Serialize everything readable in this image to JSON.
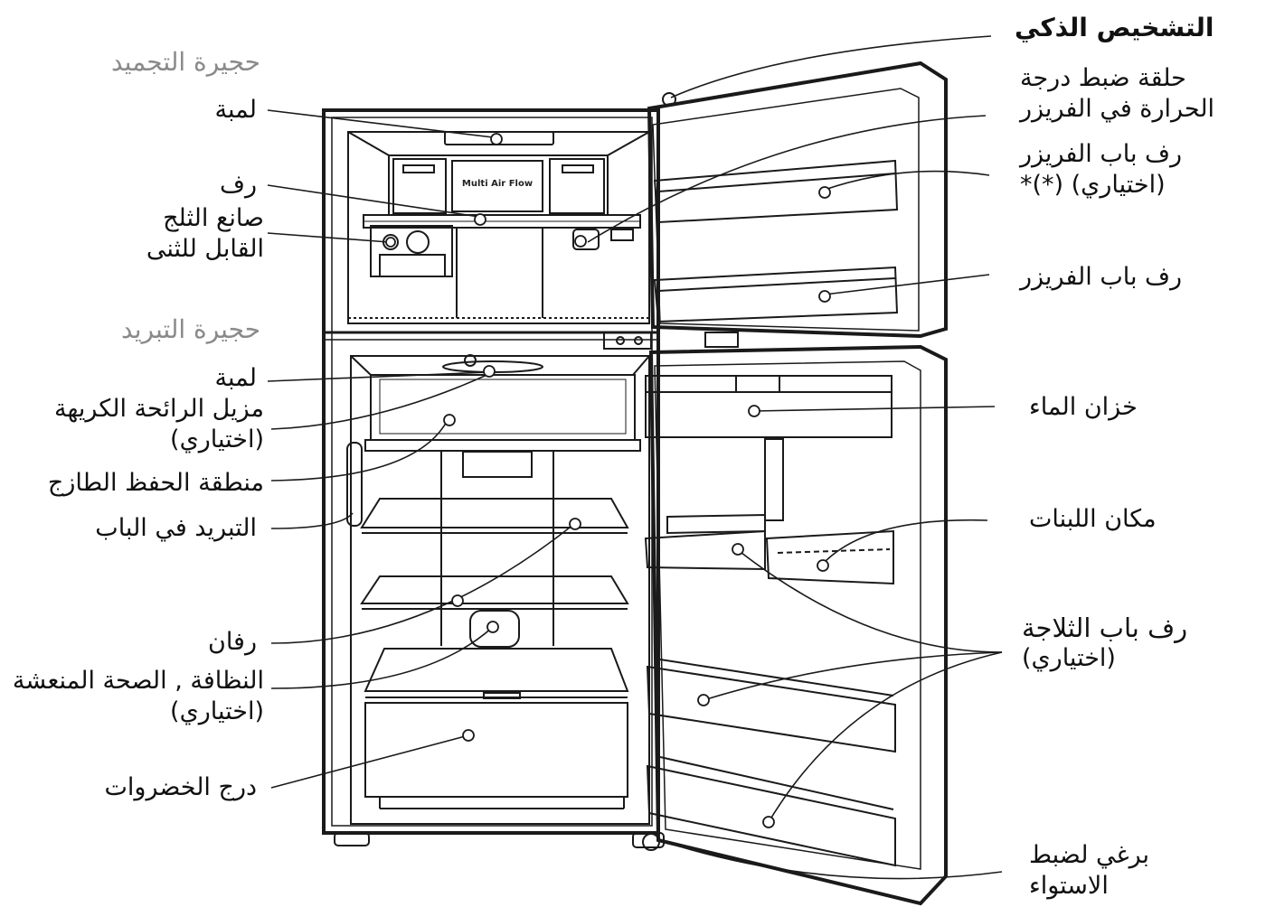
{
  "diagram": {
    "left_labels": {
      "freezer_compartment": "حجيرة التجميد",
      "freezer_lamp": "لمبة",
      "freezer_shelf": "رف",
      "ice_maker": [
        "صانع الثلج",
        "القابل للثنى"
      ],
      "fridge_compartment": "حجيرة التبريد",
      "fridge_lamp": "لمبة",
      "deodorizer": [
        "مزيل الرائحة الكريهة",
        "(اختياري)"
      ],
      "fresh_zone": "منطقة الحفظ الطازج",
      "door_cooling": "التبريد في الباب",
      "shelves": "رفان",
      "hygiene_fresh": [
        "النظافة , الصحة المنعشة",
        "(اختياري)"
      ],
      "vegetable_drawer": "درج الخضروات"
    },
    "right_labels": {
      "smart_diagnosis": "التشخيص الذكي",
      "freezer_temp_dial": [
        "حلقة ضبط درجة",
        "الحرارة في الفريزر"
      ],
      "freezer_door_shelf_optional": [
        "رف باب الفريزر",
        "(اختياري) (*)*"
      ],
      "freezer_door_shelf": "رف باب الفريزر",
      "water_tank": "خزان الماء",
      "dairy_corner": "مكان اللبنات",
      "fridge_door_shelf": [
        "رف باب الثلاجة",
        "(اختياري)"
      ],
      "leveling_screw": [
        "برغي لضبط",
        "الاستواء"
      ]
    },
    "panel_text": "Multi Air Flow"
  }
}
